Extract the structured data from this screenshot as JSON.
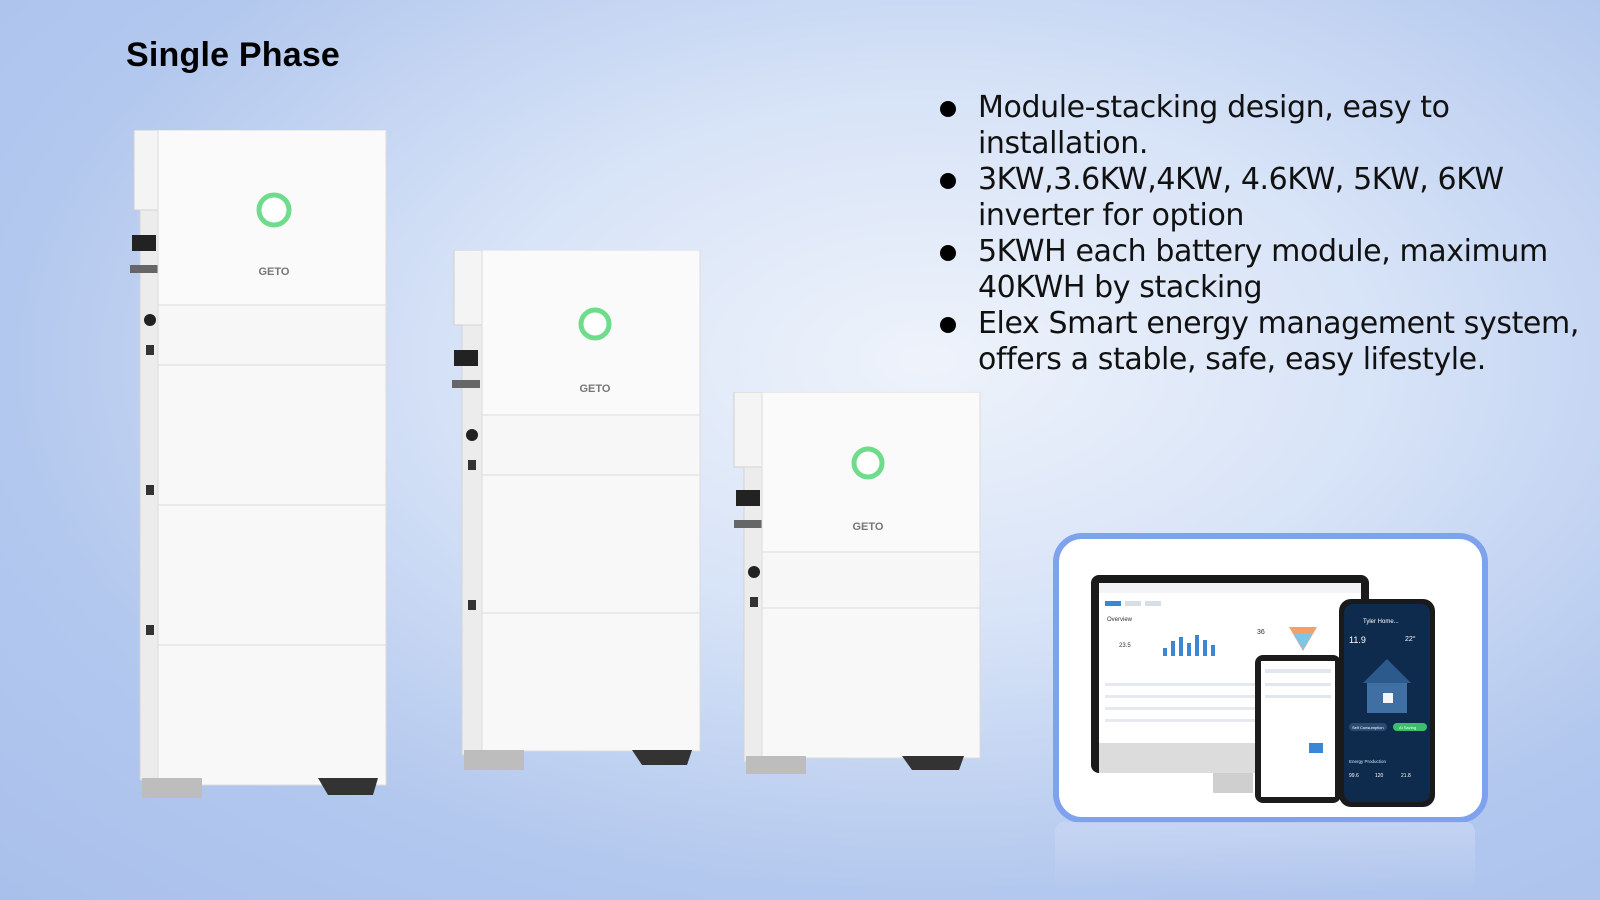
{
  "slide": {
    "title": "Single Phase",
    "features": [
      "Module-stacking design, easy to installation.",
      "3KW,3.6KW,4KW, 4.6KW, 5KW, 6KW inverter for option",
      "5KWH each battery module, maximum 40KWH by stacking",
      "Elex Smart energy management system, offers a stable, safe, easy lifestyle."
    ],
    "product_logo": "GETO",
    "product_units": [
      {
        "label": "large",
        "battery_modules": 3
      },
      {
        "label": "medium",
        "battery_modules": 2
      },
      {
        "label": "small",
        "battery_modules": 1
      }
    ]
  },
  "app_preview": {
    "desktop_section": "Overview",
    "desktop_kpi": "36",
    "desktop_gauge": "23.5",
    "phone_title": "Tyler Home...",
    "phone_power_value": "11.9",
    "phone_temp": "22°",
    "phone_self_consumption": "Self Consumption",
    "phone_ai_saving": "AI Saving",
    "phone_energy_production": "Energy Production",
    "phone_stats": [
      "99.6",
      "120",
      "21.8"
    ]
  },
  "colors": {
    "ring_green": "#6fdc8c",
    "frame_blue": "#7ea2ee",
    "bar_blue": "#3b86d6"
  }
}
